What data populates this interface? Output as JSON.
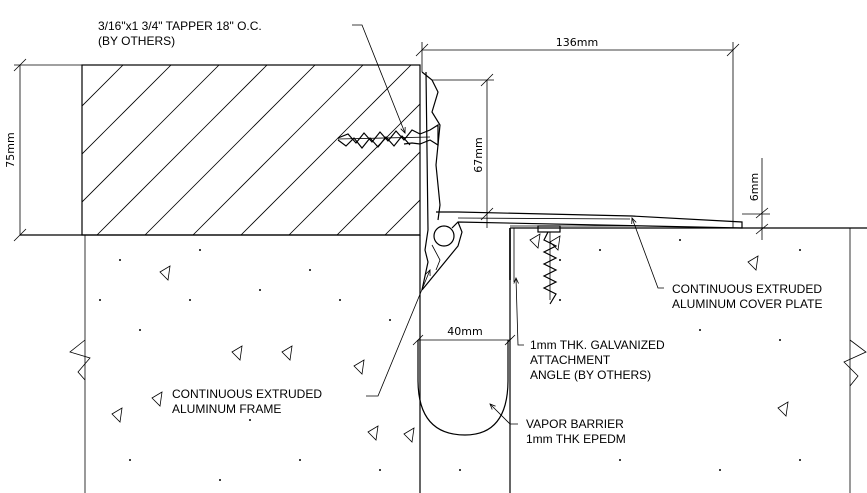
{
  "labels": {
    "screw": [
      "3/16\"x1 3/4\" TAPPER 18\" O.C.",
      "(BY OTHERS)"
    ],
    "cover_plate": [
      "CONTINUOUS EXTRUDED",
      "ALUMINUM COVER PLATE"
    ],
    "angle": [
      "1mm THK. GALVANIZED",
      "ATTACHMENT",
      "ANGLE (BY OTHERS)"
    ],
    "frame": [
      "CONTINUOUS EXTRUDED",
      "ALUMINUM FRAME"
    ],
    "vapor": [
      "VAPOR BARRIER",
      "1mm THK EPEDM"
    ]
  },
  "dimensions": {
    "width_top": "136mm",
    "slab_height": "75mm",
    "frame_height": "67mm",
    "plate_thickness": "6mm",
    "gap_width": "40mm"
  }
}
